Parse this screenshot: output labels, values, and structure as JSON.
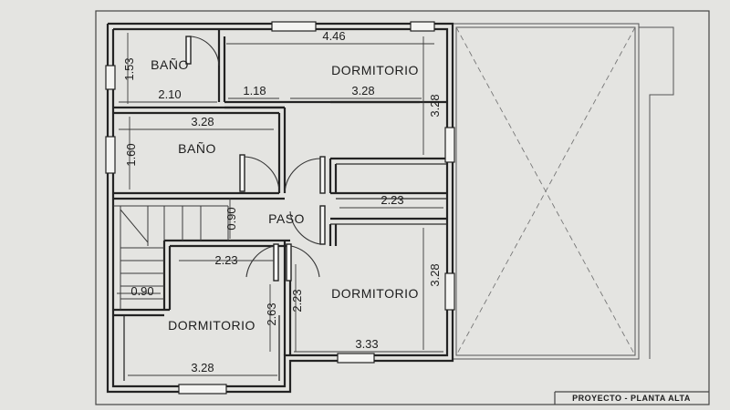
{
  "rooms": {
    "bano_top": "BAÑO",
    "dormitorio_top": "DORMITORIO",
    "bano_mid": "BAÑO",
    "paso": "PASO",
    "dormitorio_right": "DORMITORIO",
    "dormitorio_bottom": "DORMITORIO"
  },
  "dimensions": {
    "top_width": "4.46",
    "bano_top_height": "1.53",
    "bano_top_width": "2.10",
    "hall_gap": "1.18",
    "dorm_top_width": "3.28",
    "dorm_top_height": "3.28",
    "bano_mid_width": "3.28",
    "bano_mid_height": "1.60",
    "paso_height": "0.90",
    "right_corridor_width": "2.23",
    "left_corridor_width": "2.23",
    "dorm_right_height": "3.28",
    "stair_width": "0.90",
    "dorm_bottom_height": "2.63",
    "wall_gap_height": "2.23",
    "dorm_right_width": "3.33",
    "dorm_bottom_width": "3.28"
  },
  "title_block": {
    "label": "PROYECTO - PLANTA ALTA"
  }
}
